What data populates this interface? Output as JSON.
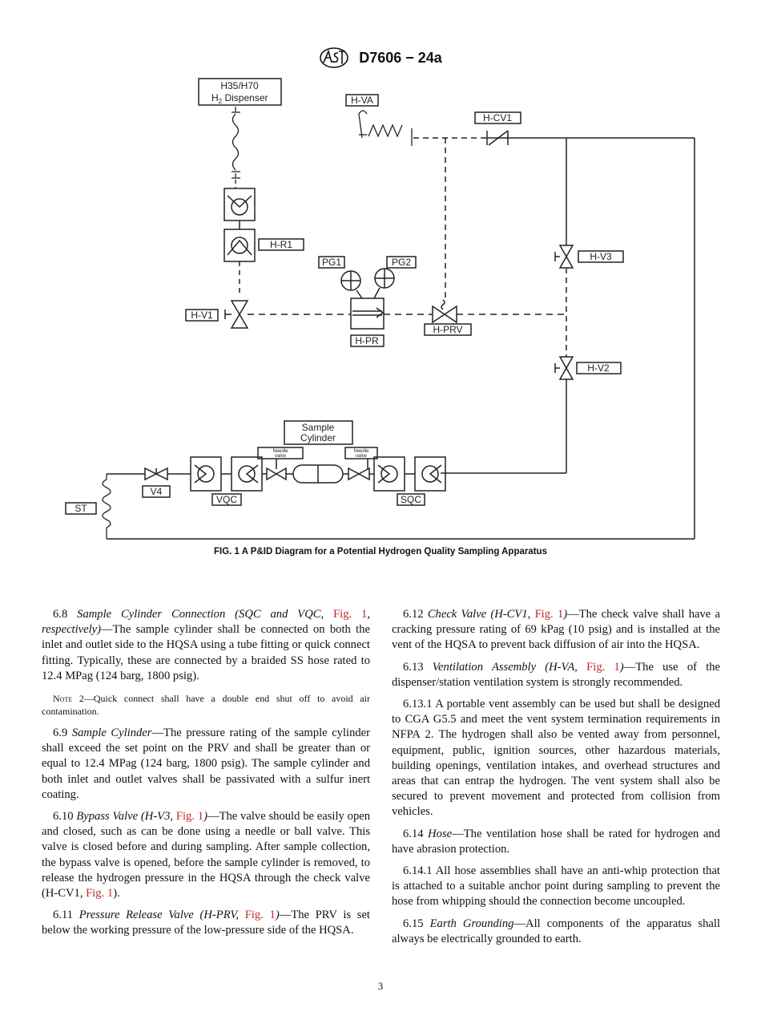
{
  "header": {
    "designation": "D7606 − 24a"
  },
  "diagram": {
    "labels": {
      "dispenser_l1": "H35/H70",
      "dispenser_l2": "H",
      "dispenser_sub": "2",
      "dispenser_l3": " Dispenser",
      "hva": "H-VA",
      "hcv1": "H-CV1",
      "hr1": "H-R1",
      "pg1": "PG1",
      "pg2": "PG2",
      "hv3": "H-V3",
      "hv1": "H-V1",
      "hprv": "H-PRV",
      "hpr": "H-PR",
      "hv2": "H-V2",
      "sample_l1": "Sample",
      "sample_l2": "Cylinder",
      "needle_l1": "Needle",
      "needle_l2": "valve",
      "needle_r1": "Needle",
      "needle_r2": "valve",
      "v4": "V4",
      "st": "ST",
      "vqc": "VQC",
      "sqc": "SQC"
    },
    "caption": "FIG. 1 A P&ID Diagram for a Potential Hydrogen Quality Sampling Apparatus"
  },
  "text": {
    "p68_num": "6.8 ",
    "p68_title": "Sample Cylinder Connection (SQC and VQC, ",
    "p68_ref": "Fig. 1",
    "p68_title2": ", respectively)",
    "p68_body": "—The sample cylinder shall be connected on both the inlet and outlet side to the HQSA using a tube fitting or quick connect fitting. Typically, these are connected by a braided SS hose rated to 12.4 MPag (124 barg, 1800 psig).",
    "note2_label": "Note 2",
    "note2_body": "—Quick connect shall have a double end shut off to avoid air contamination.",
    "p69_num": "6.9 ",
    "p69_title": "Sample Cylinder",
    "p69_body": "—The pressure rating of the sample cylinder shall exceed the set point on the PRV and shall be greater than or equal to 12.4 MPag (124 barg, 1800 psig). The sample cylinder and both inlet and outlet valves shall be passivated with a sulfur inert coating.",
    "p610_num": "6.10 ",
    "p610_title": "Bypass Valve (H-V3, ",
    "p610_ref": "Fig. 1",
    "p610_title2": ")",
    "p610_body": "—The valve should be easily open and closed, such as can be done using a needle or ball valve. This valve is closed before and during sampling. After sample collection, the bypass valve is opened, before the sample cylinder is removed, to release the hydrogen pressure in the HQSA through the check valve (H-CV1, ",
    "p610_ref2": "Fig. 1",
    "p610_end": ").",
    "p611_num": "6.11 ",
    "p611_title": "Pressure Release Valve (H-PRV, ",
    "p611_ref": "Fig. 1",
    "p611_title2": ")",
    "p611_body": "—The PRV is set below the working pressure of the low-pressure side of the HQSA.",
    "p612_num": "6.12 ",
    "p612_title": "Check Valve (H-CV1, ",
    "p612_ref": "Fig. 1",
    "p612_title2": ")",
    "p612_body": "—The check valve shall have a cracking pressure rating of 69 kPag (10 psig) and is installed at the vent of the HQSA to prevent back diffusion of air into the HQSA.",
    "p613_num": "6.13 ",
    "p613_title": "Ventilation Assembly (H-VA, ",
    "p613_ref": "Fig. 1",
    "p613_title2": ")",
    "p613_body": "—The use of the dispenser/station ventilation system is strongly recommended.",
    "p6131": "6.13.1 A portable vent assembly can be used but shall be designed to CGA G5.5 and meet the vent system termination requirements in NFPA 2. The hydrogen shall also be vented away from personnel, equipment, public, ignition sources, other hazardous materials, building openings, ventilation intakes, and overhead structures and areas that can entrap the hydrogen. The vent system shall also be secured to prevent movement and protected from collision from vehicles.",
    "p614_num": "6.14 ",
    "p614_title": "Hose",
    "p614_body": "—The ventilation hose shall be rated for hydrogen and have abrasion protection.",
    "p6141": "6.14.1 All hose assemblies shall have an anti-whip protection that is attached to a suitable anchor point during sampling to prevent the hose from whipping should the connection become uncoupled.",
    "p615_num": "6.15 ",
    "p615_title": "Earth Grounding",
    "p615_body": "—All components of the apparatus shall always be electrically grounded to earth."
  },
  "page_number": "3"
}
